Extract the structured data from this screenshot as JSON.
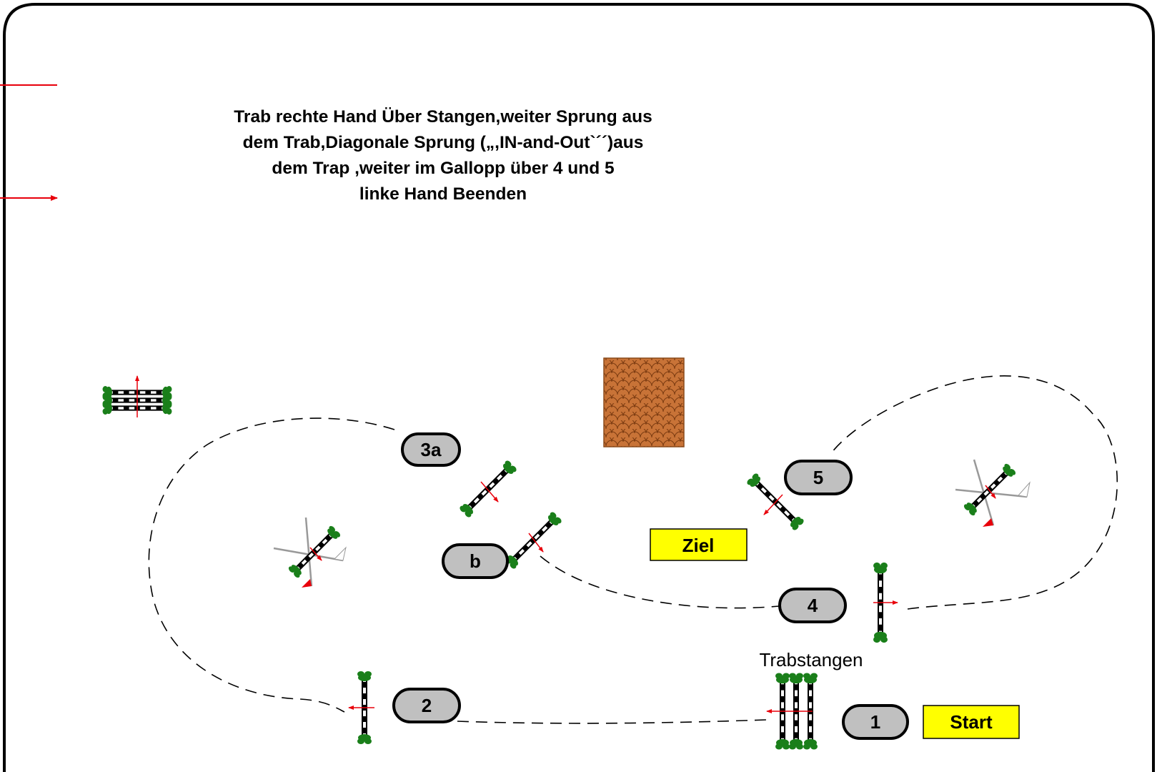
{
  "title_lines": [
    "Trab rechte Hand Über Stangen,weiter Sprung aus",
    "dem Trab,Diagonale Sprung („,IN-and-Out`´´)aus",
    "dem Trap ,weiter im Gallopp über 4 und 5",
    "linke Hand Beenden"
  ],
  "markers": {
    "m1": "1",
    "m2": "2",
    "m3a": "3a",
    "mb": "b",
    "m4": "4",
    "m5": "5"
  },
  "start_label": "Start",
  "finish_label": "Ziel",
  "trot_poles_label": "Trabstangen",
  "colors": {
    "arrow": "#e8000b",
    "label_box": "#ffff00",
    "marker_fill": "#c0c0c0",
    "bush": "#1a7f1a",
    "wall": "#c87337"
  },
  "icons": [
    "jump-vertical-icon",
    "jump-oxer-icon",
    "trot-poles-icon",
    "wall-obstacle-icon",
    "direction-arrow-icon"
  ]
}
